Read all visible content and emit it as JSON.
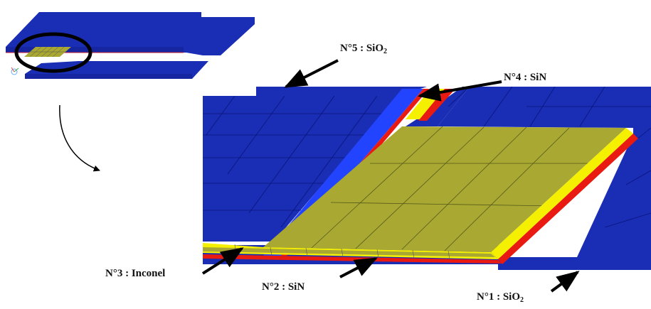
{
  "labels": {
    "layer5": {
      "text": "N°5 : SiO",
      "sub": "2"
    },
    "layer4": {
      "text": "N°4 : SiN",
      "sub": ""
    },
    "layer3": {
      "text": "N°3 : Inconel",
      "sub": ""
    },
    "layer2": {
      "text": "N°2 : SiN",
      "sub": ""
    },
    "layer1": {
      "text": "N°1 : SiO",
      "sub": "2"
    }
  },
  "colors": {
    "sio2": "#1a2db5",
    "sin": "#e81a12",
    "inconel": "#a8a832",
    "sin_yellow": "#f5f000",
    "background": "#ffffff",
    "arrow": "#000000"
  }
}
